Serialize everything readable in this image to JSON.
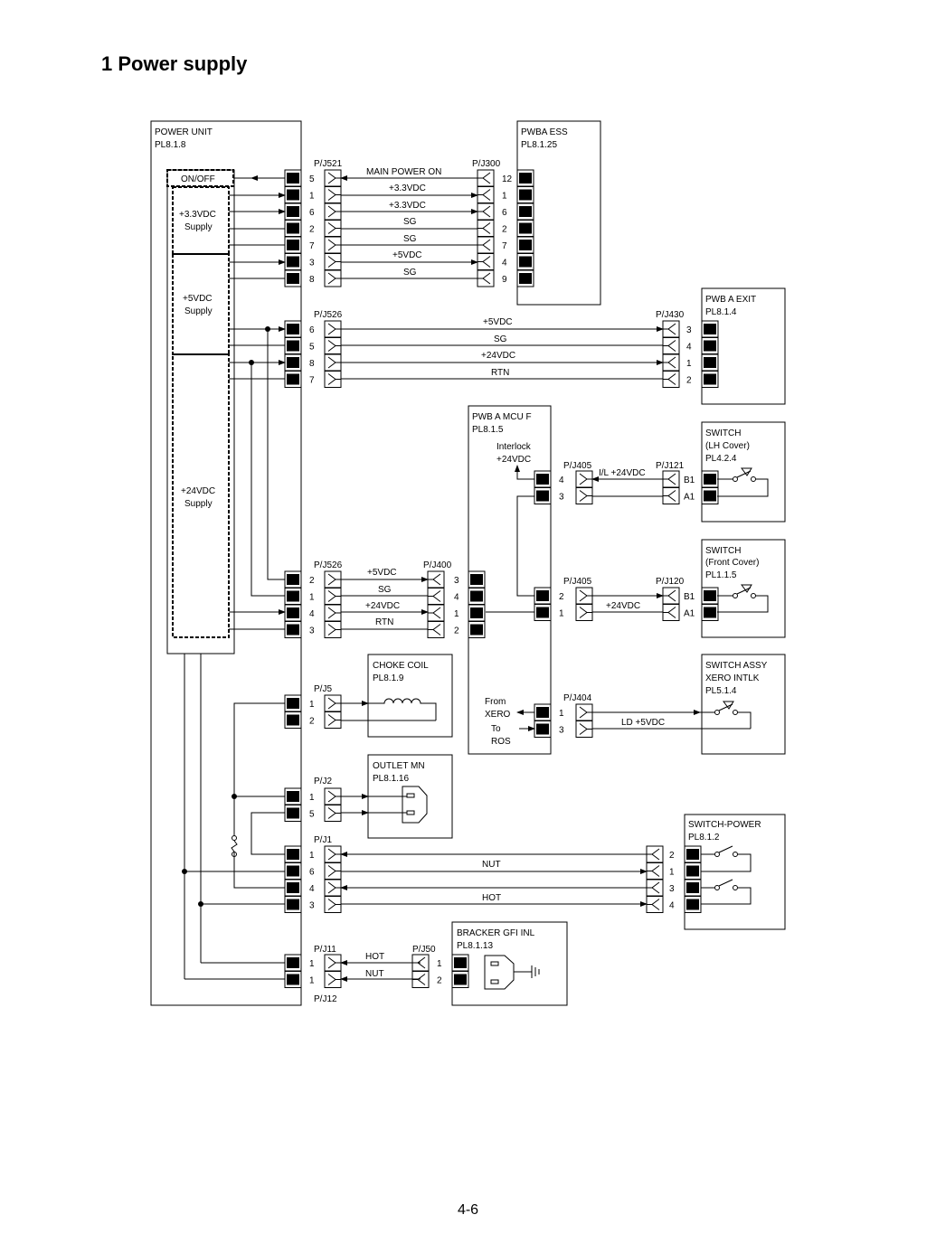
{
  "title": "1 Power supply",
  "page_number": "4-6",
  "blocks": {
    "power_unit": {
      "name": "POWER UNIT",
      "ref": "PL8.1.8"
    },
    "pwba_ess": {
      "name": "PWBA ESS",
      "ref": "PL8.1.25"
    },
    "pwb_exit": {
      "name": "PWB A EXIT",
      "ref": "PL8.1.4"
    },
    "mcu": {
      "name": "PWB A MCU F",
      "ref": "PL8.1.5",
      "note1": "Interlock",
      "note2": "+24VDC",
      "from": "From",
      "xero": "XERO",
      "to": "To",
      "ros": "ROS"
    },
    "sw_lh": {
      "name": "SWITCH",
      "sub": "(LH Cover)",
      "ref": "PL4.2.4"
    },
    "sw_front": {
      "name": "SWITCH",
      "sub": "(Front Cover)",
      "ref": "PL1.1.5"
    },
    "sw_xero": {
      "name": "SWITCH ASSY",
      "sub": "XERO INTLK",
      "ref": "PL5.1.4"
    },
    "choke": {
      "name": "CHOKE COIL",
      "ref": "PL8.1.9"
    },
    "outlet": {
      "name": "OUTLET MN",
      "ref": "PL8.1.16"
    },
    "sw_power": {
      "name": "SWITCH-POWER",
      "ref": "PL8.1.2"
    },
    "gfi": {
      "name": "BRACKER GFI INL",
      "ref": "PL8.1.13"
    }
  },
  "supplies": {
    "onoff": "ON/OFF",
    "s33a": "+3.3VDC",
    "s33b": "Supply",
    "s5a": "+5VDC",
    "s5b": "Supply",
    "s24a": "+24VDC",
    "s24b": "Supply"
  },
  "connectors": {
    "pj521": "P/J521",
    "pj300": "P/J300",
    "pj526a": "P/J526",
    "pj430": "P/J430",
    "pj526b": "P/J526",
    "pj400": "P/J400",
    "pj405a": "P/J405",
    "pj121": "P/J121",
    "pj405b": "P/J405",
    "pj120": "P/J120",
    "pj404": "P/J404",
    "pj5": "P/J5",
    "pj2": "P/J2",
    "pj1": "P/J1",
    "pj11": "P/J11",
    "pj50": "P/J50",
    "pj12": "P/J12"
  },
  "signals": {
    "main_power_on": "MAIN POWER ON",
    "v33a": "+3.3VDC",
    "v33b": "+3.3VDC",
    "sg1": "SG",
    "sg2": "SG",
    "v5": "+5VDC",
    "sg3": "SG",
    "exit_5v": "+5VDC",
    "exit_sg": "SG",
    "exit_24v": "+24VDC",
    "exit_rtn": "RTN",
    "il_24v": "I/L +24VDC",
    "front_24v": "+24VDC",
    "mcu_5v": "+5VDC",
    "mcu_sg": "SG",
    "mcu_24v": "+24VDC",
    "mcu_rtn": "RTN",
    "ld_5v": "LD +5VDC",
    "nut": "NUT",
    "hot": "HOT",
    "gfi_hot": "HOT",
    "gfi_nut": "NUT"
  },
  "pins": {
    "j521": [
      "5",
      "1",
      "6",
      "2",
      "7",
      "3",
      "8"
    ],
    "j300": [
      "12",
      "1",
      "6",
      "2",
      "7",
      "4",
      "9"
    ],
    "j526a": [
      "6",
      "5",
      "8",
      "7"
    ],
    "j430": [
      "3",
      "4",
      "1",
      "2"
    ],
    "j405a": [
      "4",
      "3"
    ],
    "j121": [
      "B1",
      "A1"
    ],
    "j526b": [
      "2",
      "1",
      "4",
      "3"
    ],
    "j400": [
      "3",
      "4",
      "1",
      "2"
    ],
    "j405b": [
      "2",
      "1"
    ],
    "j120": [
      "B1",
      "A1"
    ],
    "j404": [
      "1",
      "3"
    ],
    "j5": [
      "1",
      "2"
    ],
    "j2": [
      "1",
      "5"
    ],
    "j1": [
      "1",
      "6",
      "4",
      "3"
    ],
    "swpower": [
      "2",
      "1",
      "3",
      "4"
    ],
    "j11": [
      "1",
      "1"
    ],
    "j50": [
      "1",
      "2"
    ]
  }
}
